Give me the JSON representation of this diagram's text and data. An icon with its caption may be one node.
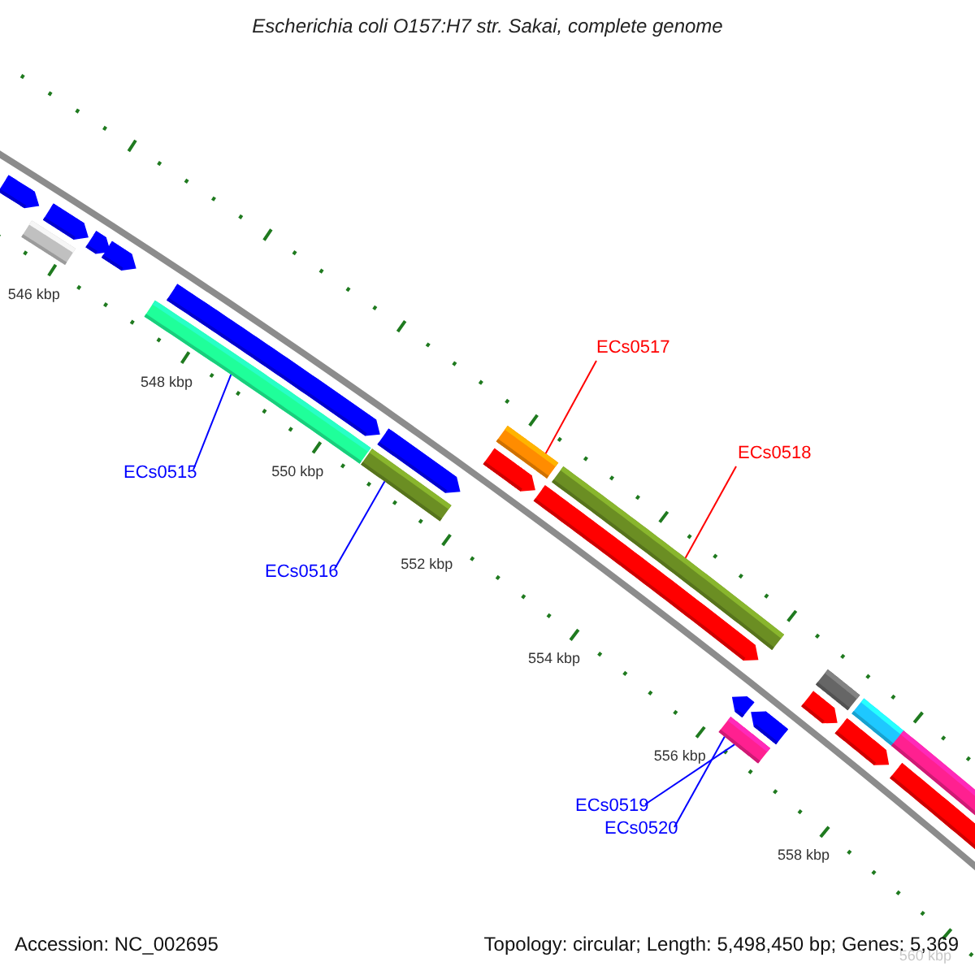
{
  "diagram": {
    "title": "Escherichia coli O157:H7 str. Sakai, complete genome",
    "nodes": [
      {
        "text": [
          "ECs0515"
        ]
      },
      {
        "text": [],
        "shape": "bar"
      },
      {
        "text": [
          "ECs0516"
        ]
      },
      {
        "text": [],
        "shape": "bar"
      },
      {
        "text": [
          "ECs0517"
        ]
      },
      {
        "text": [],
        "shape": "bar"
      },
      {
        "text": [
          "ECs0518"
        ]
      },
      {
        "text": [],
        "shape": "bar"
      },
      {
        "text": [
          "ECs0519"
        ]
      },
      {
        "text": [
          "ECs0520"
        ]
      },
      {
        "text": [],
        "shape": "bar"
      }
    ],
    "edges": [
      {
        "from": 0,
        "to": 1,
        "arrow": "none"
      },
      {
        "from": 2,
        "to": 3,
        "arrow": "none"
      },
      {
        "from": 4,
        "to": 5,
        "arrow": "none",
        "color": "#ff0000"
      },
      {
        "from": 6,
        "to": 7,
        "arrow": "none",
        "color": "#ff0000"
      },
      {
        "from": 8,
        "to": 10,
        "arrow": "none"
      },
      {
        "from": 9,
        "to": 10,
        "arrow": "none"
      }
    ],
    "labels": [
      "546 kbp",
      "548 kbp",
      "550 kbp",
      "552 kbp",
      "554 kbp",
      "556 kbp",
      "558 kbp",
      "560 kbp",
      "Accession: NC_002695",
      "Topology: circular; Length: 5,498,450 bp; Genes: 5,369"
    ]
  }
}
